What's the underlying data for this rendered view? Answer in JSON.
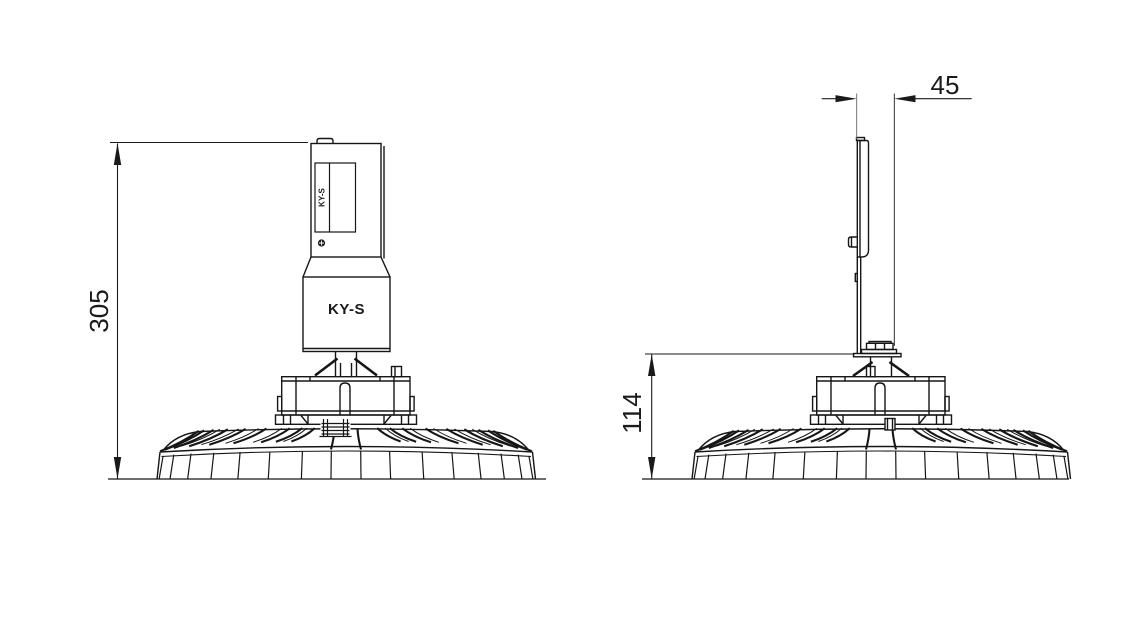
{
  "drawing": {
    "product_label": "KY-S",
    "nameplate_label": "KY-S",
    "dimensions": {
      "overall_height": "305",
      "bracket_offset": "45",
      "mount_height": "114"
    },
    "colors": {
      "line": "#1a1a1a",
      "background": "#ffffff"
    }
  }
}
